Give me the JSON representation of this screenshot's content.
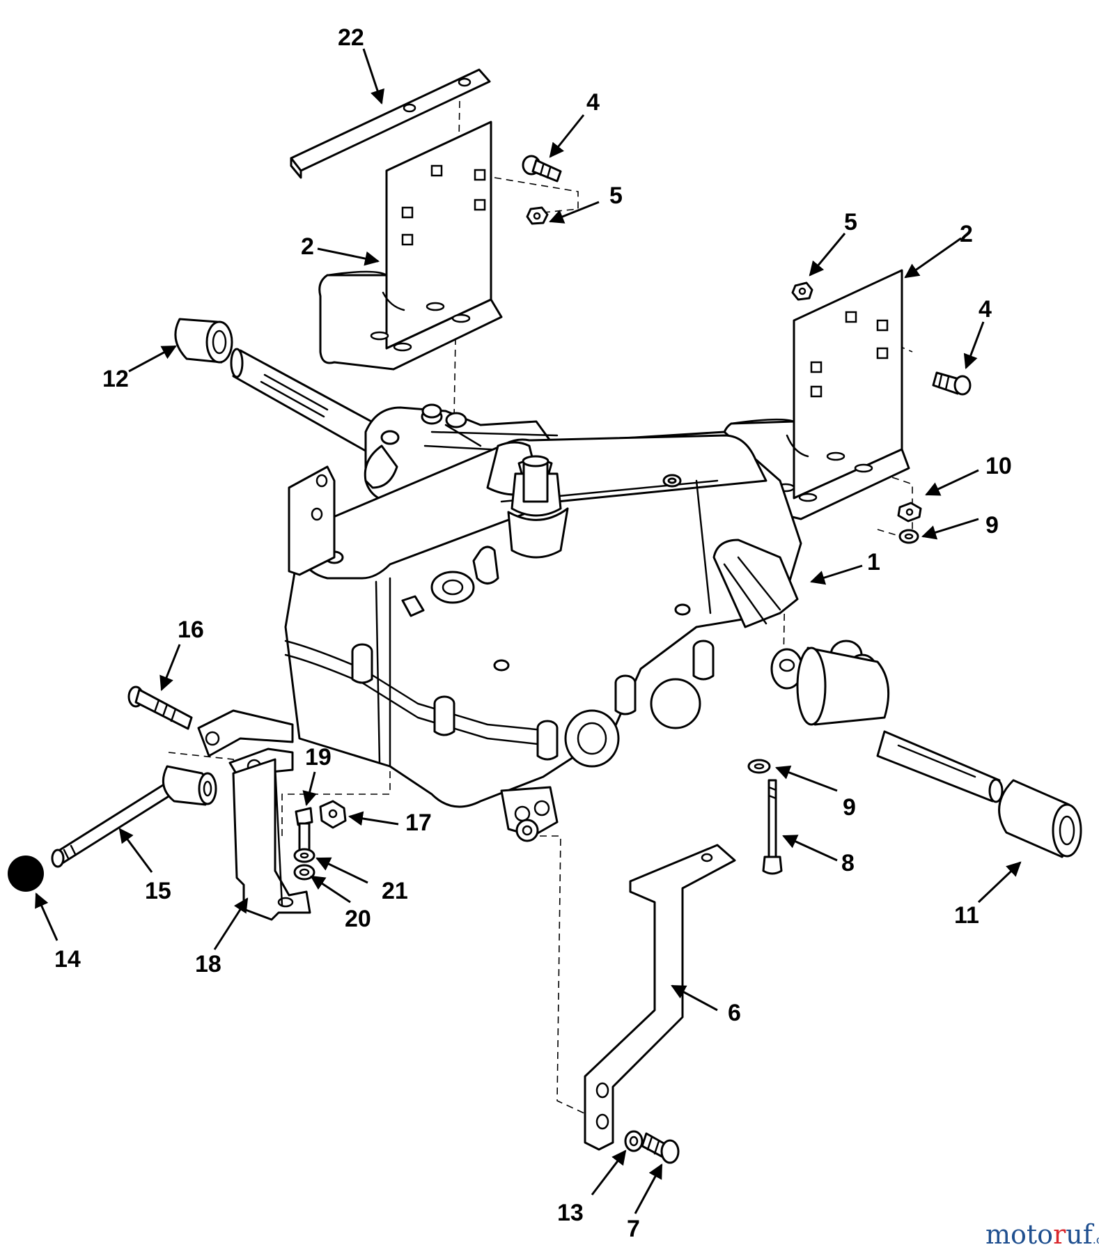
{
  "callouts": [
    {
      "id": "c22",
      "label": "22"
    },
    {
      "id": "c4a",
      "label": "4"
    },
    {
      "id": "c5a",
      "label": "5"
    },
    {
      "id": "c2a",
      "label": "2"
    },
    {
      "id": "c5b",
      "label": "5"
    },
    {
      "id": "c2b",
      "label": "2"
    },
    {
      "id": "c4b",
      "label": "4"
    },
    {
      "id": "c12",
      "label": "12"
    },
    {
      "id": "c10",
      "label": "10"
    },
    {
      "id": "c9a",
      "label": "9"
    },
    {
      "id": "c1",
      "label": "1"
    },
    {
      "id": "c16",
      "label": "16"
    },
    {
      "id": "c19",
      "label": "19"
    },
    {
      "id": "c17",
      "label": "17"
    },
    {
      "id": "c9b",
      "label": "9"
    },
    {
      "id": "c8",
      "label": "8"
    },
    {
      "id": "c15",
      "label": "15"
    },
    {
      "id": "c21",
      "label": "21"
    },
    {
      "id": "c20",
      "label": "20"
    },
    {
      "id": "c11",
      "label": "11"
    },
    {
      "id": "c14",
      "label": "14"
    },
    {
      "id": "c18",
      "label": "18"
    },
    {
      "id": "c6",
      "label": "6"
    },
    {
      "id": "c13",
      "label": "13"
    },
    {
      "id": "c7",
      "label": "7"
    }
  ],
  "watermark": {
    "part1": "moto",
    "part2": "r",
    "part3": "uf",
    "suffix": ".de"
  }
}
